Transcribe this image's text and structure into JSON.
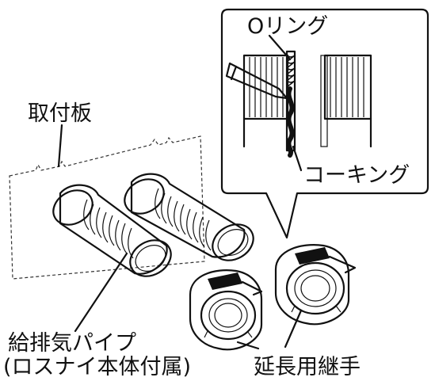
{
  "labels": {
    "o_ring": "Oリング",
    "caulking": "コーキング",
    "mounting_plate": "取付板",
    "pipe_line1": "給排気パイプ",
    "pipe_line2": "(ロスナイ本体付属)",
    "coupling": "延長用継手"
  },
  "colors": {
    "ink": "#111111",
    "background": "#ffffff"
  }
}
